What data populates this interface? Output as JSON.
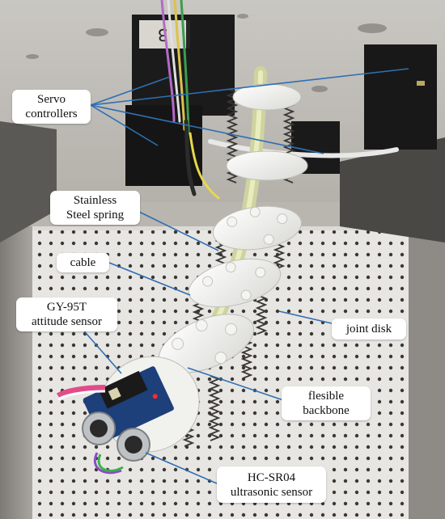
{
  "colors": {
    "leader_line": "#2f6fb3",
    "label_bg": "#ffffff",
    "label_text": "#111111"
  },
  "labels": {
    "servo_controllers": [
      "Servo",
      "controllers"
    ],
    "stainless_steel_spring": [
      "Stainless",
      "Steel spring"
    ],
    "cable": [
      "cable"
    ],
    "attitude_sensor": [
      "GY-95T",
      "attitude sensor"
    ],
    "joint_disk": [
      "joint disk"
    ],
    "flexible_backbone": [
      "flesible",
      "backbone"
    ],
    "ultrasonic_sensor": [
      "HC-SR04",
      "ultrasonic sensor"
    ]
  },
  "controller_marking": "3"
}
